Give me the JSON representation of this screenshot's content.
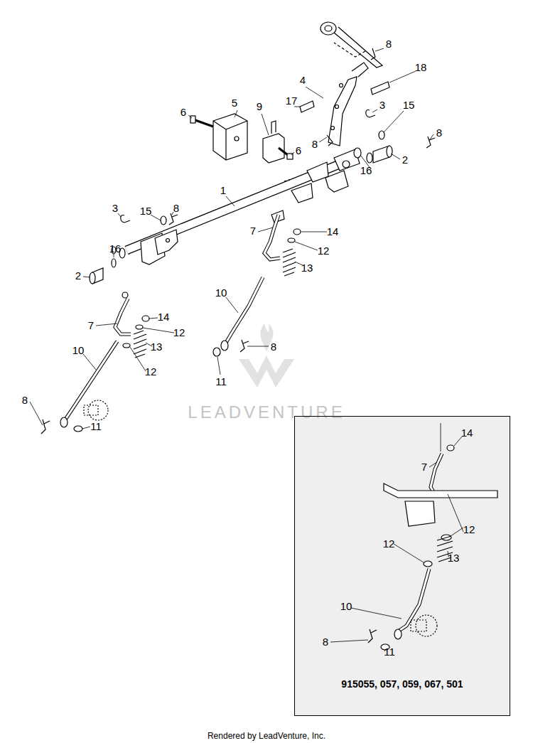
{
  "diagram": {
    "nodes": [
      {
        "text": [
          "915055, 057, 059, 067, 501"
        ]
      }
    ],
    "labels": [
      "8",
      "18",
      "4",
      "17",
      "5",
      "9",
      "3",
      "15",
      "6",
      "8",
      "8",
      "6",
      "2",
      "16",
      "1",
      "3",
      "15",
      "8",
      "7",
      "14",
      "12",
      "13",
      "16",
      "2",
      "10",
      "14",
      "7",
      "12",
      "8",
      "13",
      "10",
      "12",
      "11",
      "8",
      "11",
      "14",
      "7",
      "12",
      "12",
      "13",
      "10",
      "8",
      "11",
      "LEADVENTURE",
      "Rendered by LeadVenture, Inc."
    ]
  }
}
